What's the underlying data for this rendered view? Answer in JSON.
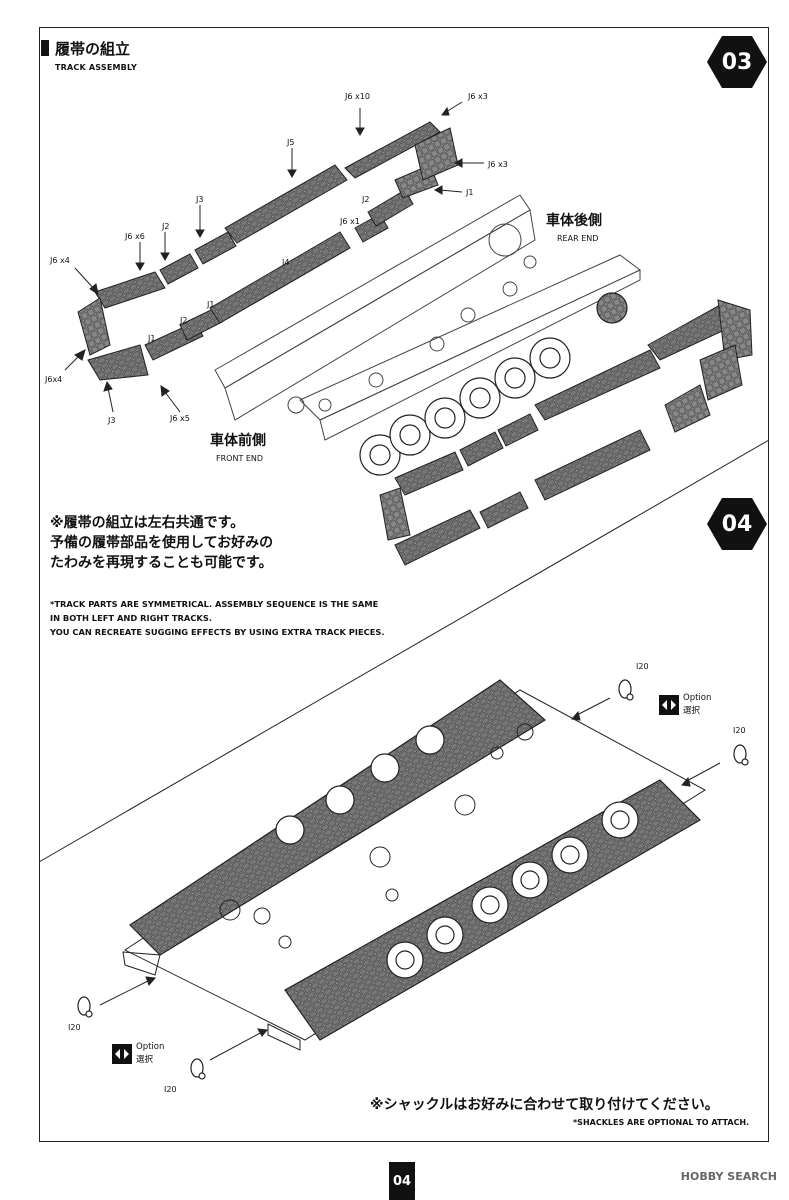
{
  "header": {
    "title_jp": "履帯の組立",
    "title_en": "TRACK ASSEMBLY"
  },
  "steps": {
    "s03": "03",
    "s04": "04"
  },
  "parts": {
    "j6x10": "J6 x10",
    "j6x3a": "J6 x3",
    "j6x3b": "J6 x3",
    "j5": "J5",
    "j1a": "J1",
    "j3a": "J3",
    "j2a": "J2",
    "j6x1": "J6 x1",
    "j6x6": "J6 x6",
    "j2b": "J2",
    "j4": "J4",
    "j6x4a": "J6 x4",
    "j1b": "J1",
    "j2c": "J2",
    "j1c": "J1",
    "j6x4b": "J6x4",
    "j3b": "J3",
    "j6x5": "J6 x5"
  },
  "orientation": {
    "rear_jp": "車体後側",
    "rear_en": "REAR END",
    "front_jp": "車体前側",
    "front_en": "FRONT END"
  },
  "notes": {
    "jp": [
      "※履帯の組立は左右共通です。",
      "予備の履帯部品を使用してお好みの",
      "たわみを再現することも可能です。"
    ],
    "en": [
      "*TRACK PARTS ARE SYMMETRICAL.  ASSEMBLY SEQUENCE IS THE SAME",
      "IN BOTH LEFT AND RIGHT TRACKS.",
      "YOU CAN RECREATE SUGGING EFFECTS BY USING EXTRA TRACK PIECES."
    ]
  },
  "step4": {
    "i20_a": "I20",
    "i20_b": "I20",
    "i20_c": "I20",
    "i20_d": "I20",
    "option_en": "Option",
    "option_jp": "選択",
    "option2_en": "Option",
    "option2_jp": "選択",
    "shackle_jp": "※シャックルはお好みに合わせて取り付けてください。",
    "shackle_en": "*SHACKLES ARE OPTIONAL TO ATTACH."
  },
  "footer": {
    "page": "04",
    "watermark": "HOBBY SEARCH"
  },
  "colors": {
    "ink": "#111111",
    "paper": "#ffffff"
  }
}
